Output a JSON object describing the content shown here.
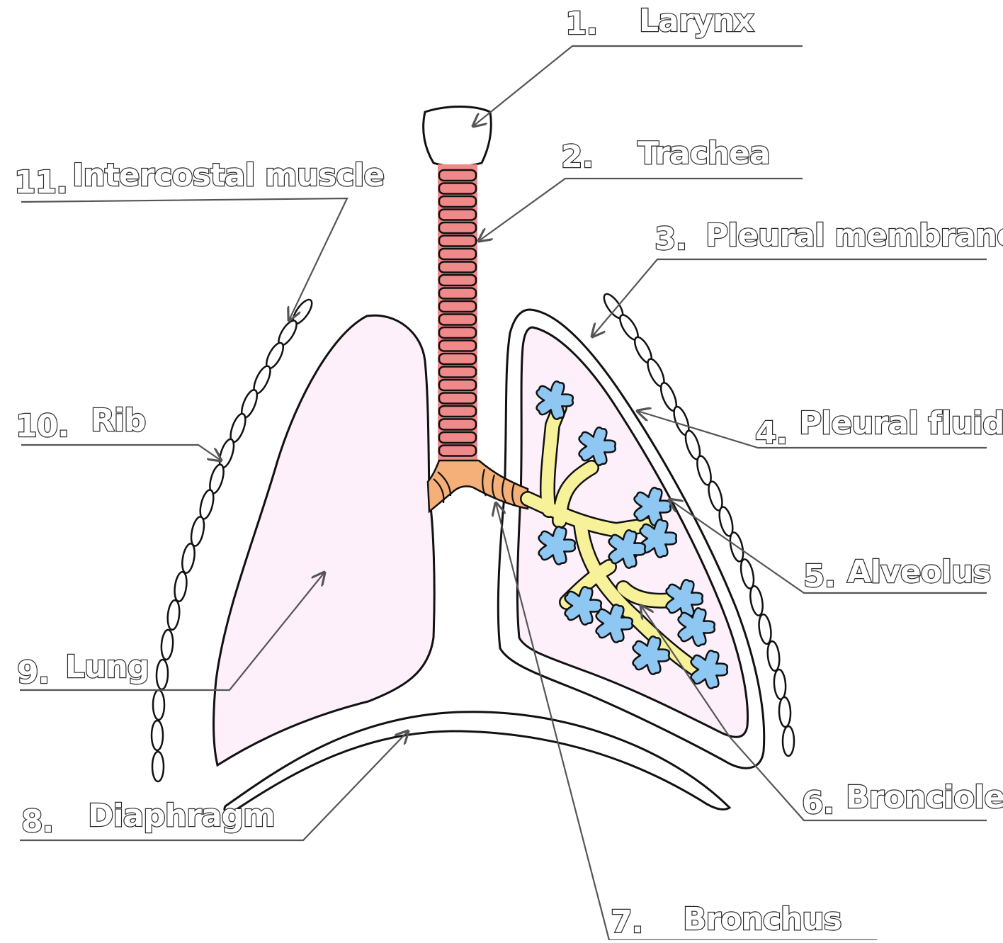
{
  "labels": [
    {
      "num": "1.",
      "text": "Larynx"
    },
    {
      "num": "2.",
      "text": "Trachea"
    },
    {
      "num": "3.",
      "text": "Pleural membranes"
    },
    {
      "num": "4.",
      "text": "Pleural fluid"
    },
    {
      "num": "5.",
      "text": "Alveolus"
    },
    {
      "num": "6.",
      "text": "Bronciole"
    },
    {
      "num": "7.",
      "text": "Bronchus"
    },
    {
      "num": "8.",
      "text": "Diaphragm"
    },
    {
      "num": "9.",
      "text": "Lung"
    },
    {
      "num": "10.",
      "text": "Rib"
    },
    {
      "num": "11.",
      "text": "Intercostal muscle"
    }
  ],
  "colors": {
    "lung_fill": "#fdf0fb",
    "trachea": "#f08a8a",
    "bronchus": "#f5b07a",
    "bronchiole": "#f7f29a",
    "alveolus": "#8ec8f2",
    "outline": "#111111",
    "leader": "#555555"
  }
}
